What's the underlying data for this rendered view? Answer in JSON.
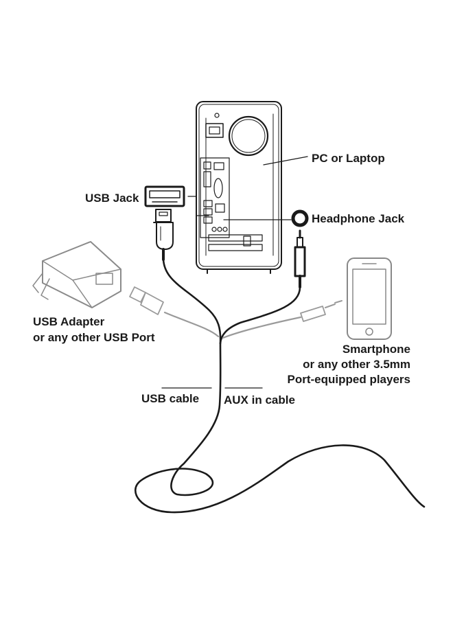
{
  "labels": {
    "pc": "PC or Laptop",
    "usb_jack": "USB Jack",
    "headphone_jack": "Headphone Jack",
    "usb_adapter_line1": "USB Adapter",
    "usb_adapter_line2": "or any other USB Port",
    "smartphone_line1": "Smartphone",
    "smartphone_line2": "or any other 3.5mm",
    "smartphone_line3": "Port-equipped players",
    "usb_cable": "USB cable",
    "aux_cable": "AUX in cable"
  },
  "colors": {
    "ink": "#1a1a1a",
    "faded": "#9a9a9a",
    "background": "#ffffff"
  },
  "icons": [
    "pc-tower-icon",
    "usb-jack-icon",
    "headphone-jack-icon",
    "usb-plug-icon",
    "audio-plug-icon",
    "usb-adapter-icon",
    "smartphone-icon"
  ]
}
